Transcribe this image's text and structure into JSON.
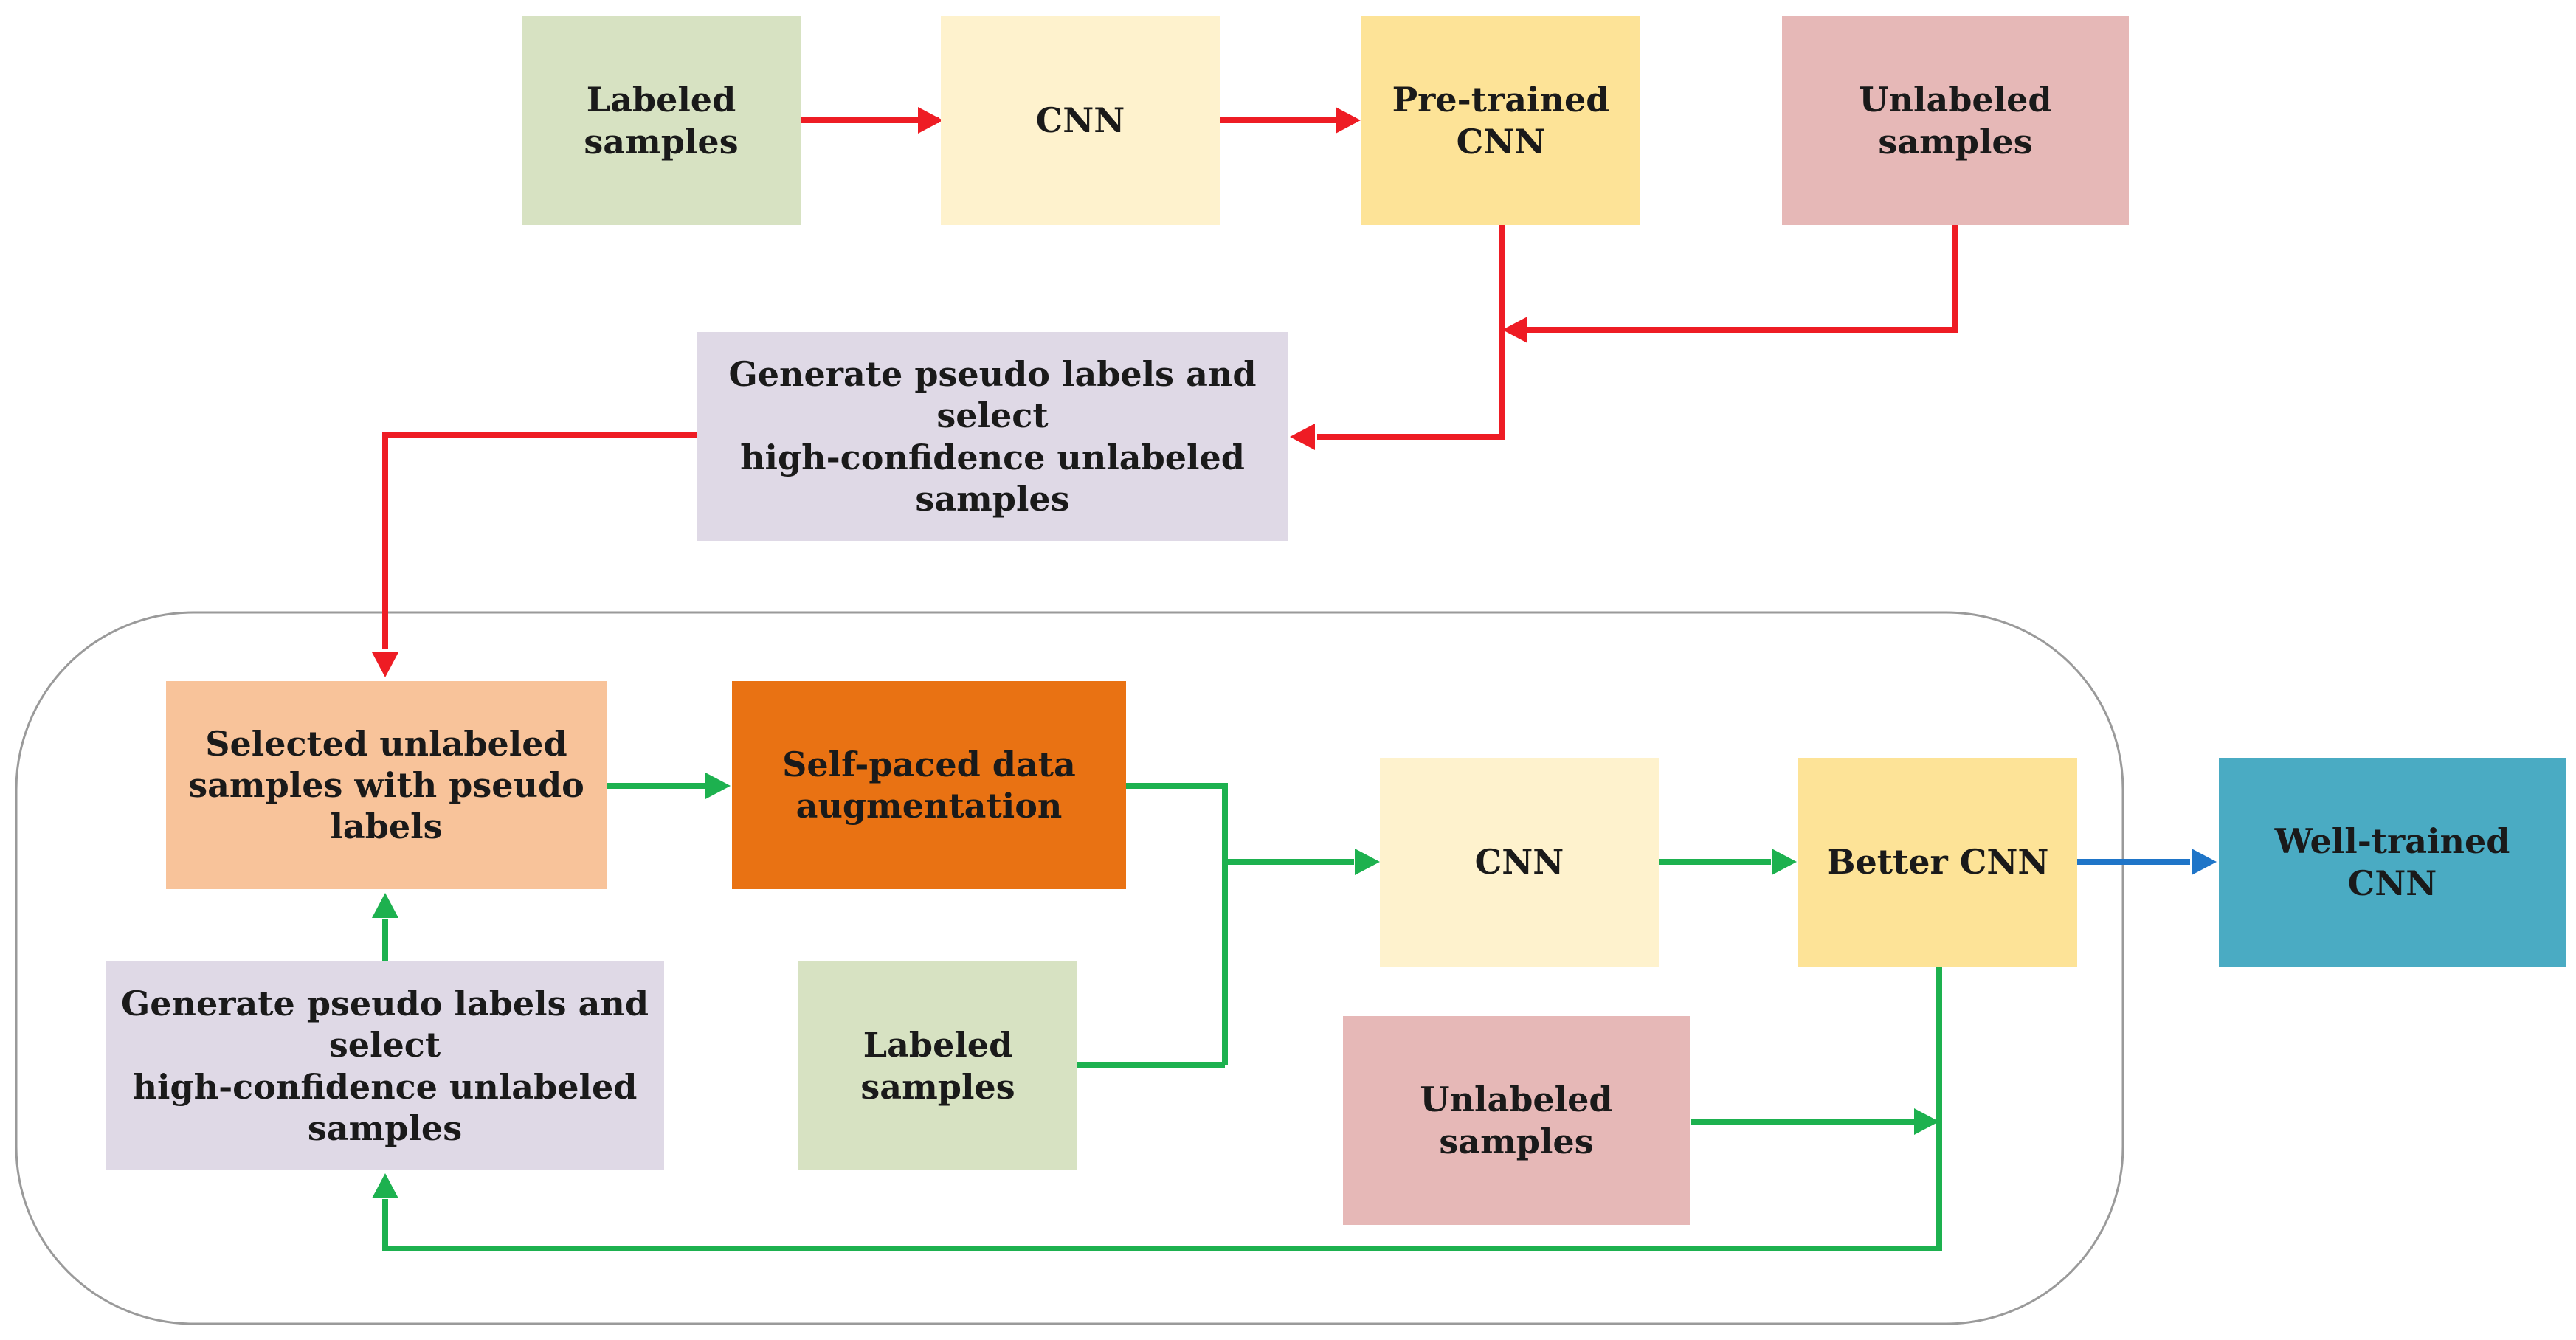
{
  "colors": {
    "green_box": "#d7e2c2",
    "cream_box": "#fef2cd",
    "yellow_box": "#fde397",
    "pink_box": "#e6b8b7",
    "lavender_box": "#dfd9e6",
    "peach_box": "#f8c39a",
    "orange_box": "#e97213",
    "teal_box": "#4aabc3",
    "red_arrow": "#ee1c24",
    "green_arrow": "#1db14f",
    "blue_arrow": "#1f75c8",
    "loop_border": "#9a9a9a"
  },
  "nodes": {
    "top_labeled": {
      "line1": "Labeled",
      "line2": "samples"
    },
    "top_cnn": {
      "line1": "CNN"
    },
    "pretrained_cnn": {
      "line1": "Pre-trained",
      "line2": "CNN"
    },
    "top_unlabeled": {
      "line1": "Unlabeled samples"
    },
    "top_generate": {
      "line1": "Generate pseudo labels and select",
      "line2": "high-confidence unlabeled samples"
    },
    "selected_unlabeled": {
      "line1": "Selected unlabeled",
      "line2": "samples with pseudo",
      "line3": "labels"
    },
    "self_paced": {
      "line1": "Self-paced data",
      "line2": "augmentation"
    },
    "loop_cnn": {
      "line1": "CNN"
    },
    "better_cnn": {
      "line1": "Better CNN"
    },
    "well_trained_cnn": {
      "line1": "Well-trained CNN"
    },
    "loop_generate": {
      "line1": "Generate pseudo labels and select",
      "line2": "high-confidence unlabeled",
      "line3": "samples"
    },
    "loop_labeled": {
      "line1": "Labeled",
      "line2": "samples"
    },
    "loop_unlabeled": {
      "line1": "Unlabeled samples"
    }
  }
}
